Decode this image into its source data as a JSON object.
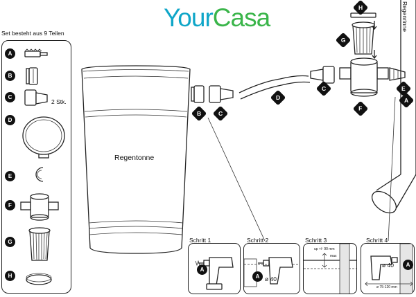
{
  "brand": {
    "part1": "Your",
    "part2": "Casa"
  },
  "parts_title": "Set besteht aus 9 Teilen",
  "parts_list": [
    {
      "letter": "A",
      "icon": "hole-saw-icon"
    },
    {
      "letter": "B",
      "icon": "seal-ring-icon"
    },
    {
      "letter": "C",
      "icon": "hose-adapter-icon",
      "count": "2 Stk."
    },
    {
      "letter": "D",
      "icon": "hose-icon"
    },
    {
      "letter": "E",
      "icon": "clip-icon"
    },
    {
      "letter": "F",
      "icon": "filter-housing-icon"
    },
    {
      "letter": "G",
      "icon": "filter-basket-icon"
    },
    {
      "letter": "H",
      "icon": "lid-icon"
    }
  ],
  "main": {
    "tonne_label": "Regentonne",
    "rinne_label": "Regenrinne",
    "callouts": [
      "B",
      "C",
      "D",
      "C",
      "F",
      "E",
      "H",
      "G",
      "A"
    ]
  },
  "steps": [
    {
      "title": "Schritt 1",
      "badge": "A"
    },
    {
      "title": "Schritt 2",
      "badge": "A",
      "diameter": "ø 40"
    },
    {
      "title": "Schritt 3",
      "note_up": "up +/- 90 mm",
      "note_max": "max"
    },
    {
      "title": "Schritt 4",
      "badge": "A",
      "diameter": "ø 40",
      "note_range": "ø 75-120 mm"
    }
  ]
}
